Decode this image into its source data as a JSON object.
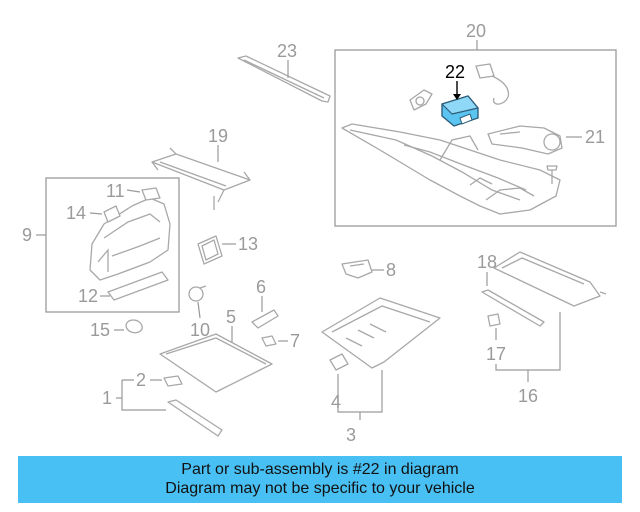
{
  "callouts": {
    "n1": "1",
    "n2": "2",
    "n3": "3",
    "n4": "4",
    "n5": "5",
    "n6": "6",
    "n7": "7",
    "n8": "8",
    "n9": "9",
    "n10": "10",
    "n11": "11",
    "n12": "12",
    "n13": "13",
    "n14": "14",
    "n15": "15",
    "n16": "16",
    "n17": "17",
    "n18": "18",
    "n19": "19",
    "n20": "20",
    "n21": "21",
    "n22": "22",
    "n23": "23"
  },
  "highlight": {
    "part": "22",
    "color": "#5cc4f0"
  },
  "banner": {
    "line1": "Part or sub-assembly is #22 in diagram",
    "line2": "Diagram may not be specific to your vehicle",
    "background": "#49c0f3"
  }
}
